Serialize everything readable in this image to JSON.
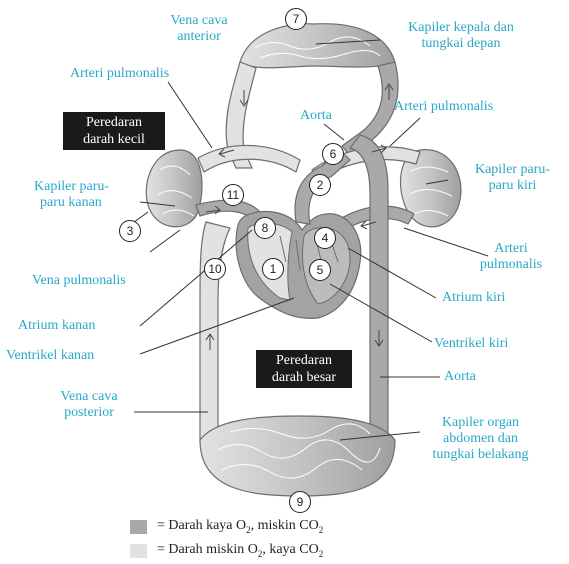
{
  "labels": {
    "vena_cava_anterior": [
      "Vena cava",
      "anterior"
    ],
    "kapiler_kepala": [
      "Kapiler kepala dan",
      "tungkai depan"
    ],
    "arteri_pulmonalis_left": "Arteri pulmonalis",
    "aorta_top": "Aorta",
    "arteri_pulmonalis_right": "Arteri pulmonalis",
    "kapiler_paru_kanan": [
      "Kapiler paru-",
      "paru  kanan"
    ],
    "kapiler_paru_kiri": [
      "Kapiler paru-",
      "paru kiri"
    ],
    "arteri_pulmonalis_lower": [
      "Arteri",
      "pulmonalis"
    ],
    "vena_pulmonalis": "Vena pulmonalis",
    "atrium_kiri": "Atrium kiri",
    "atrium_kanan": "Atrium kanan",
    "ventrikel_kiri": "Ventrikel kiri",
    "ventrikel_kanan": "Ventrikel kanan",
    "aorta_lower": "Aorta",
    "vena_cava_posterior": [
      "Vena cava",
      "posterior"
    ],
    "kapiler_organ": [
      "Kapiler organ",
      "abdomen dan",
      "tungkai belakang"
    ]
  },
  "boxes": {
    "peredaran_kecil": [
      "Peredaran",
      "darah kecil"
    ],
    "peredaran_besar": [
      "Peredaran",
      "darah besar"
    ]
  },
  "numbers": [
    "1",
    "2",
    "3",
    "4",
    "5",
    "6",
    "7",
    "8",
    "9",
    "10",
    "11"
  ],
  "legend": [
    {
      "label_parts": [
        "= Darah kaya O",
        "2",
        ", miskin CO",
        "2"
      ],
      "color": "#a9a9a9"
    },
    {
      "label_parts": [
        "= Darah miskin O",
        "2",
        ", kaya CO",
        "2"
      ],
      "color": "#e2e2e2"
    }
  ],
  "colors": {
    "label_text": "#29a9c9",
    "oxygenated": "#a9a9a9",
    "deoxygenated": "#e2e2e2",
    "outline": "#6d6d6d"
  }
}
